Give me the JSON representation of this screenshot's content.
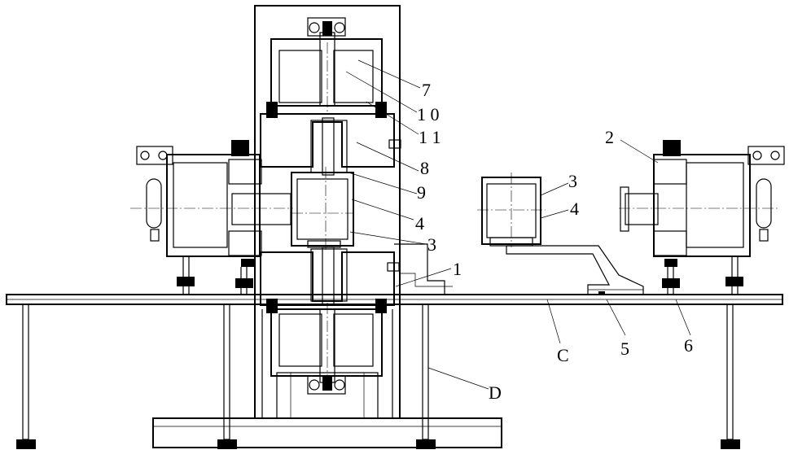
{
  "callouts": {
    "c7": "7",
    "c10": "1 0",
    "c11": "1 1",
    "c8": "8",
    "c9": "9",
    "c4_center": "4",
    "c3_center": "3",
    "c1": "1",
    "c2": "2",
    "c3_right": "3",
    "c4_right": "4",
    "c5": "5",
    "c6": "6",
    "cC": "C",
    "cD": "D"
  }
}
